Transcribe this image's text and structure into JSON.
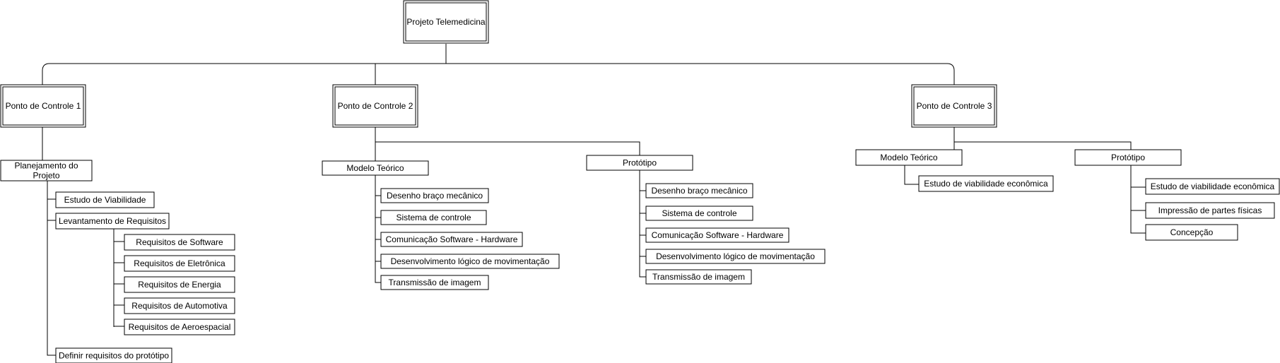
{
  "diagram": {
    "root": "Projeto Telemedicina",
    "control_points": [
      {
        "label": "Ponto de Controle 1",
        "children": [
          {
            "label": "Planejamento do Projeto",
            "children": [
              {
                "label": "Estudo de Viabilidade"
              },
              {
                "label": "Levantamento de Requisitos",
                "children": [
                  "Requisitos de Software",
                  "Requisitos de Eletrônica",
                  "Requisitos de Energia",
                  "Requisitos de Automotiva",
                  "Requisitos de Aeroespacial"
                ]
              },
              {
                "label": "Definir requisitos do protótipo"
              }
            ]
          }
        ]
      },
      {
        "label": "Ponto de Controle 2",
        "children": [
          {
            "label": "Modelo Teórico",
            "children": [
              "Desenho braço mecânico",
              "Sistema de controle",
              "Comunicação Software - Hardware",
              "Desenvolvimento lógico de movimentação",
              "Transmissão de imagem"
            ]
          },
          {
            "label": "Protótipo",
            "children": [
              "Desenho braço mecânico",
              "Sistema de controle",
              "Comunicação Software - Hardware",
              "Desenvolvimento lógico de movimentação",
              "Transmissão de imagem"
            ]
          }
        ]
      },
      {
        "label": "Ponto de Controle 3",
        "children": [
          {
            "label": "Modelo Teórico",
            "children": [
              "Estudo de viabilidade econômica"
            ]
          },
          {
            "label": "Protótipo",
            "children": [
              "Estudo de viabilidade econômica",
              "Impressão de partes físicas",
              "Concepção"
            ]
          }
        ]
      }
    ]
  }
}
